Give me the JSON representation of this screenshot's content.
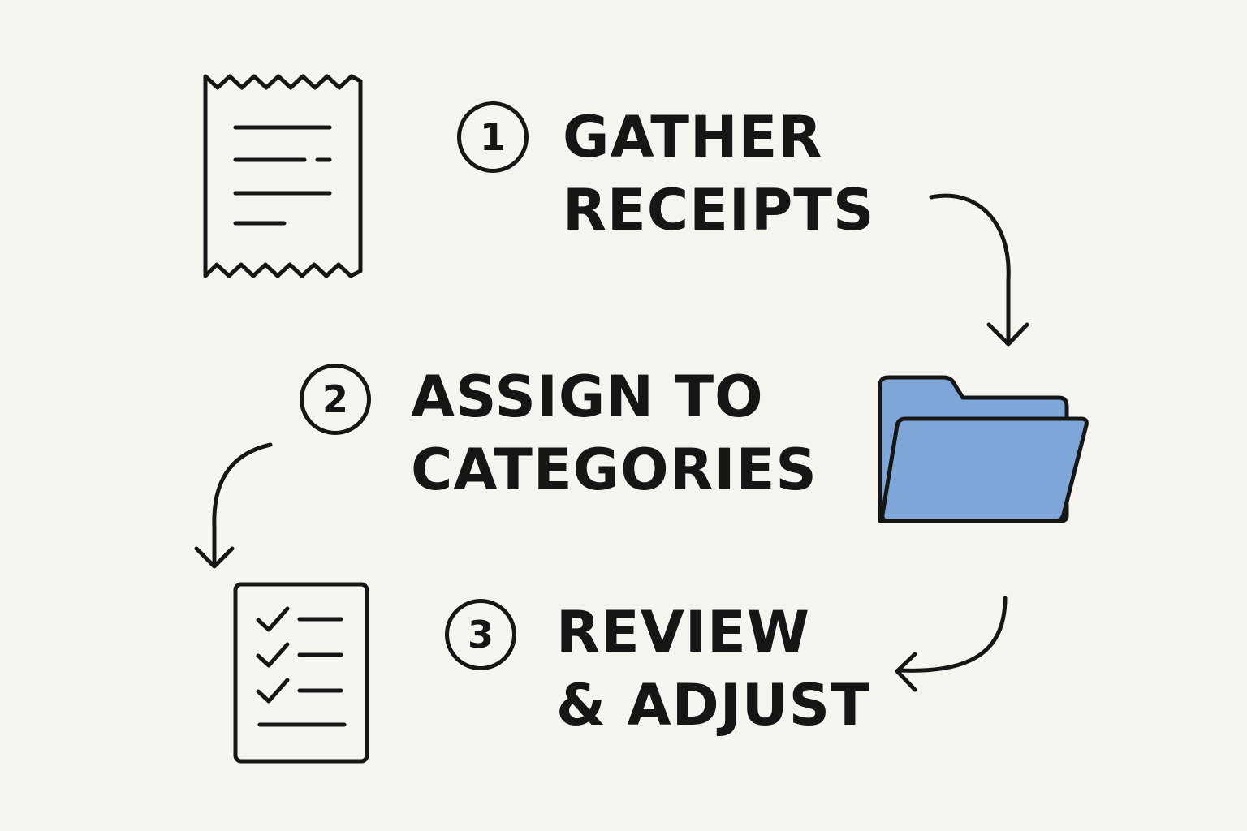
{
  "colors": {
    "background": "#f6f4ef",
    "ink": "#161616",
    "folder_fill": "#7ea6d8"
  },
  "steps": [
    {
      "number": "1",
      "line1": "GATHER",
      "line2": "RECEIPTS",
      "icon": "receipt-icon"
    },
    {
      "number": "2",
      "line1": "ASSIGN TO",
      "line2": "CATEGORIES",
      "icon": "folder-icon"
    },
    {
      "number": "3",
      "line1": "REVIEW",
      "line2": "& ADJUST",
      "icon": "checklist-icon"
    }
  ]
}
